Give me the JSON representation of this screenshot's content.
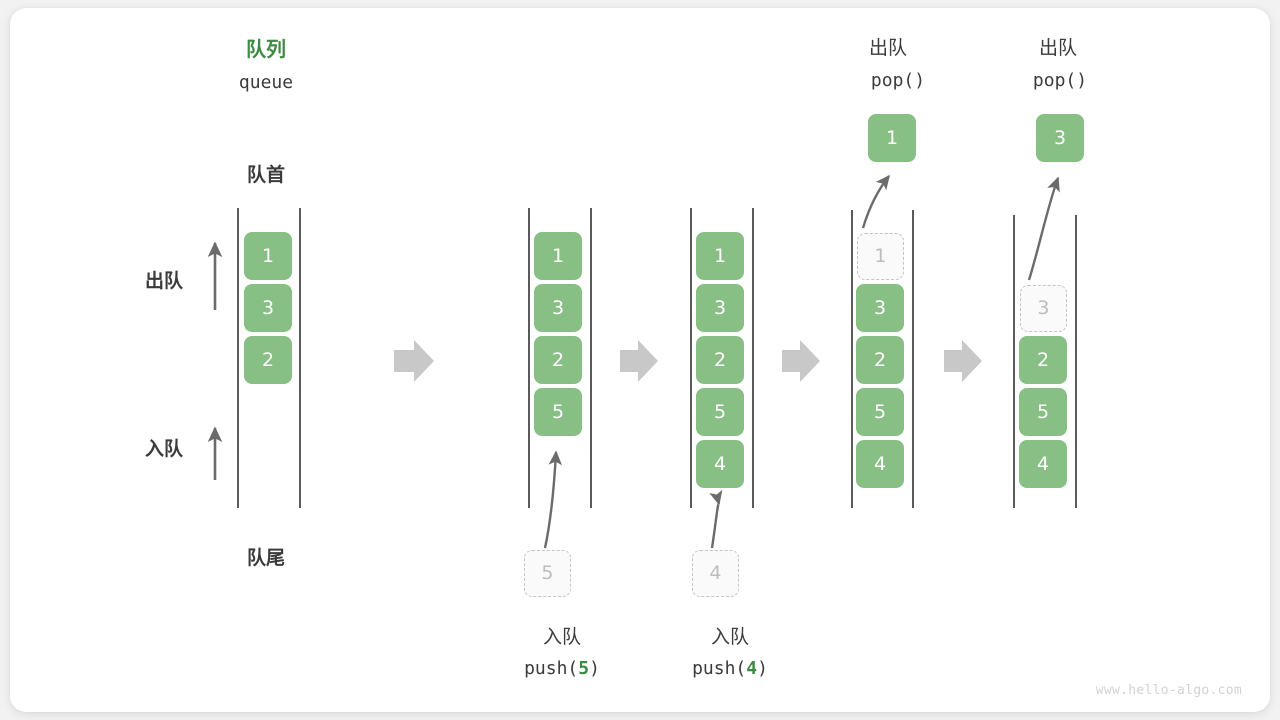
{
  "diagram": {
    "title_cjk": "队列",
    "title_en": "queue",
    "front_label": "队首",
    "rear_label": "队尾",
    "dequeue_side_label": "出队",
    "enqueue_side_label": "入队",
    "watermark": "www.hello-algo.com",
    "colors": {
      "element_green": "#88bf85",
      "accent_green": "#3d8a43",
      "rail_gray": "#5a5a5a",
      "ghost_fill": "#fafafa",
      "ghost_border": "#c4c4c4",
      "ghost_text": "#bdbdbd",
      "arrow_gray": "#c8c8c8",
      "text_dark": "#3b3b3b",
      "card_bg": "#ffffff",
      "page_bg": "#f2f2f2"
    },
    "icons": {
      "step_arrow": "right-block-arrow-icon",
      "enqueue_arrow": "up-arrow-icon",
      "dequeue_arrow": "up-arrow-icon",
      "motion_arrow": "curved-arrow-icon"
    }
  },
  "columns": [
    {
      "id": "state-initial",
      "name": "initial-queue",
      "cells": [
        "1",
        "3",
        "2"
      ],
      "ghost_index": null,
      "ghost_value": null,
      "caption_cjk": "",
      "caption_code": "",
      "caption_arg": "",
      "incoming_value": null,
      "popped_value": null,
      "header_cjk": "",
      "header_code": ""
    },
    {
      "id": "state-push-5",
      "name": "queue-after-push-5",
      "cells": [
        "1",
        "3",
        "2",
        "5"
      ],
      "ghost_index": null,
      "ghost_value": null,
      "caption_cjk": "入队",
      "caption_code": "push(",
      "caption_arg": "5",
      "caption_code_end": ")",
      "incoming_value": "5",
      "popped_value": null,
      "header_cjk": "",
      "header_code": ""
    },
    {
      "id": "state-push-4",
      "name": "queue-after-push-4",
      "cells": [
        "1",
        "3",
        "2",
        "5",
        "4"
      ],
      "ghost_index": null,
      "ghost_value": null,
      "caption_cjk": "入队",
      "caption_code": "push(",
      "caption_arg": "4",
      "caption_code_end": ")",
      "incoming_value": "4",
      "popped_value": null,
      "header_cjk": "",
      "header_code": ""
    },
    {
      "id": "state-pop-1",
      "name": "queue-after-pop-1",
      "cells": [
        "1",
        "3",
        "2",
        "5",
        "4"
      ],
      "ghost_index": 0,
      "ghost_value": "1",
      "caption_cjk": "",
      "caption_code": "",
      "caption_arg": "",
      "incoming_value": null,
      "popped_value": "1",
      "header_cjk": "出队",
      "header_code": "pop()"
    },
    {
      "id": "state-pop-3",
      "name": "queue-after-pop-3",
      "cells": [
        "3",
        "2",
        "5",
        "4"
      ],
      "ghost_index": 0,
      "ghost_value": "3",
      "caption_cjk": "",
      "caption_code": "",
      "caption_arg": "",
      "incoming_value": null,
      "popped_value": "3",
      "header_cjk": "出队",
      "header_code": "pop()"
    }
  ],
  "step_arrows": [
    {
      "name": "step-arrow-1"
    },
    {
      "name": "step-arrow-2"
    },
    {
      "name": "step-arrow-3"
    },
    {
      "name": "step-arrow-4"
    }
  ]
}
